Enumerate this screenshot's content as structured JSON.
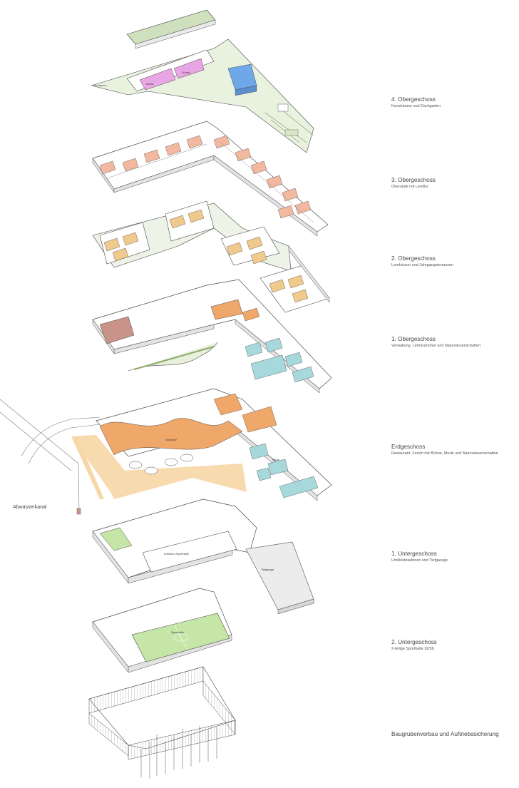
{
  "levels": [
    {
      "id": "4og",
      "title": "4. Obergeschoss",
      "subtitle": "Kunsträume und Dachgarten"
    },
    {
      "id": "3og",
      "title": "3. Obergeschoss",
      "subtitle": "Oberstufe mit Lernflur"
    },
    {
      "id": "2og",
      "title": "2. Obergeschoss",
      "subtitle": "Lernhäuser und Jahrgangsterrassen"
    },
    {
      "id": "1og",
      "title": "1. Obergeschoss",
      "subtitle": "Verwaltung, Lehrerzimmer und Naturwissenschaften"
    },
    {
      "id": "eg",
      "title": "Erdgeschoss",
      "subtitle": "Restaurant, Forum mit Bühne, Musik und Naturwissenschaften"
    },
    {
      "id": "1ug",
      "title": "1. Untergeschoss",
      "subtitle": "Umkleidekabinen und Tiefgarage"
    },
    {
      "id": "2ug",
      "title": "2. Untergeschoss",
      "subtitle": "2-teilige Sporthalle 18/36"
    },
    {
      "id": "bg",
      "title": "Baugrubenverbau und Auftriebssicherung",
      "subtitle": ""
    }
  ],
  "side_label": "Abwasserkanal",
  "room_labels": {
    "kunst_1": "Kunst",
    "kunst_2": "Kunst",
    "dachgarten": "Dachgarten",
    "schulhof": "Schulhof",
    "sporthalle": "Sporthalle",
    "tiefgarage": "Tiefgarage",
    "luftraum": "Luftraum Sporthalle",
    "musik": "Musik"
  },
  "colors": {
    "green_roof": "#cfe0bf",
    "kunst": "#e8a6e4",
    "sport_blue": "#6fa8e8",
    "orange": "#f0a76a",
    "orange_light": "#f6d7a6",
    "teal": "#a7d8dc",
    "brown": "#c9938a",
    "sports_green": "#c6e6a8",
    "line": "#4a4a4a"
  }
}
